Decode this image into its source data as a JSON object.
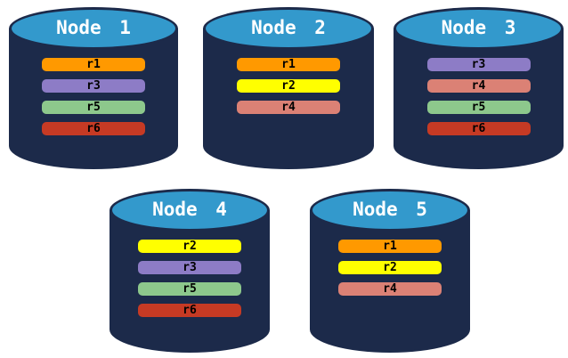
{
  "colors": {
    "page_bg": "#ffffff",
    "cylinder_body": "#1c2a4a",
    "cylinder_top_fill": "#3399cc",
    "cylinder_top_border": "#1c2a4a",
    "node_title_text": "#ffffff",
    "replica_label_text": "#000000"
  },
  "replica_colors": {
    "r1": "#ff9900",
    "r2": "#ffff00",
    "r3": "#8d7cc6",
    "r4": "#db8175",
    "r5": "#8dc88c",
    "r6": "#c63a24"
  },
  "nodes": [
    {
      "label": "Node 1",
      "replicas": [
        "r1",
        "r3",
        "r5",
        "r6"
      ]
    },
    {
      "label": "Node 2",
      "replicas": [
        "r1",
        "r2",
        "r4"
      ]
    },
    {
      "label": "Node 3",
      "replicas": [
        "r3",
        "r4",
        "r5",
        "r6"
      ]
    },
    {
      "label": "Node 4",
      "replicas": [
        "r2",
        "r3",
        "r5",
        "r6"
      ]
    },
    {
      "label": "Node 5",
      "replicas": [
        "r1",
        "r2",
        "r4"
      ]
    }
  ]
}
